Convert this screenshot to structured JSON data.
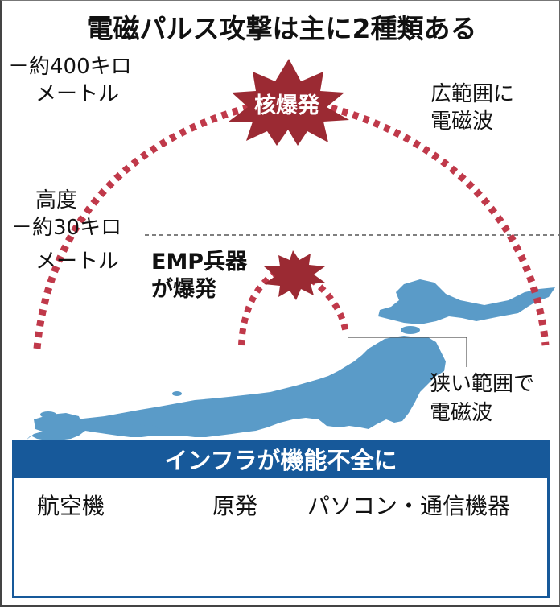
{
  "title": "電磁パルス攻撃は主に2種類ある",
  "altitude": {
    "high_label_line1": "－約400キロ",
    "high_label_line2": "メートル",
    "axis_label": "高度",
    "low_label_line1": "－約30キロ",
    "low_label_line2": "メートル"
  },
  "nuclear": {
    "burst_label": "核爆発",
    "effect_line1": "広範囲に",
    "effect_line2": "電磁波"
  },
  "emp_weapon": {
    "label_line1": "EMP兵器",
    "label_line2": "が爆発",
    "effect_line1": "狭い範囲で",
    "effect_line2": "電磁波"
  },
  "infrastructure": {
    "header": "インフラが機能不全に",
    "categories": [
      {
        "label": "航空機",
        "icon": "airplane-icon"
      },
      {
        "label": "原発",
        "icon": "nuclear-plant-icon"
      },
      {
        "label": "パソコン・通信機器",
        "icon": "computer-phone-icon"
      }
    ]
  },
  "colors": {
    "burst_red": "#9b2a33",
    "arc_red": "#c0394a",
    "map_blue": "#5a9bc8",
    "infra_blue": "#17599a"
  }
}
